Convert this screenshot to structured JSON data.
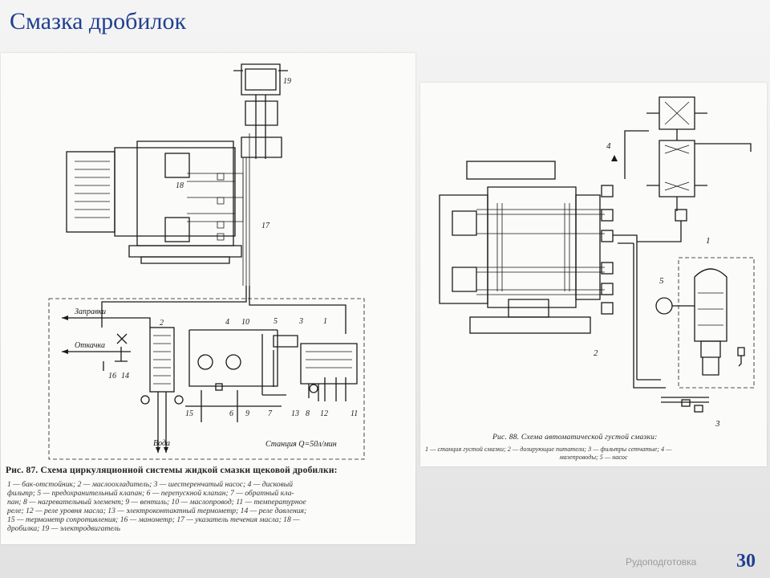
{
  "slide": {
    "title": "Смазка дробилок",
    "footer": "Рудоподготовка",
    "number": "30"
  },
  "fig87": {
    "labels": {
      "refill": "Заправки",
      "drain": "Откачка",
      "water": "Вода",
      "station": "Станция Q=50л/мин"
    },
    "numbers": [
      "1",
      "2",
      "3",
      "4",
      "5",
      "6",
      "7",
      "8",
      "9",
      "10",
      "11",
      "12",
      "13",
      "14",
      "15",
      "16",
      "17",
      "18",
      "19"
    ],
    "caption_title": "Рис. 87. Схема циркуляционной системы жидкой смазки щековой дробилки:",
    "caption_lines": [
      "1 — бак-отстойник; 2 — маслоохладитель; 3 — шестеренчатый насос; 4 — дисковый",
      "фильтр; 5 — предохранительный клапан; 6 — перепускной клапан; 7 — обратный кла-",
      "пан; 8 — нагревательный элемент; 9 — вентиль; 10 — маслопровод; 11 — температурное",
      "реле; 12 — реле уровня масла; 13 — электроконтактный термометр; 14 — реле давления;",
      "15 — термометр сопротивления; 16 — манометр; 17 — указатель течения масла; 18 —",
      "дробилка; 19 — электродвигатель"
    ]
  },
  "fig88": {
    "numbers": [
      "1",
      "2",
      "3",
      "4",
      "5"
    ],
    "caption_title": "Рис. 88. Схема автоматической густой смазки:",
    "caption_lines": [
      "1 — станция густой смазки; 2 — дозирующие питатели; 3 — фильтры сетчатые; 4 —",
      "мазепроводы; 5 — насос"
    ]
  }
}
